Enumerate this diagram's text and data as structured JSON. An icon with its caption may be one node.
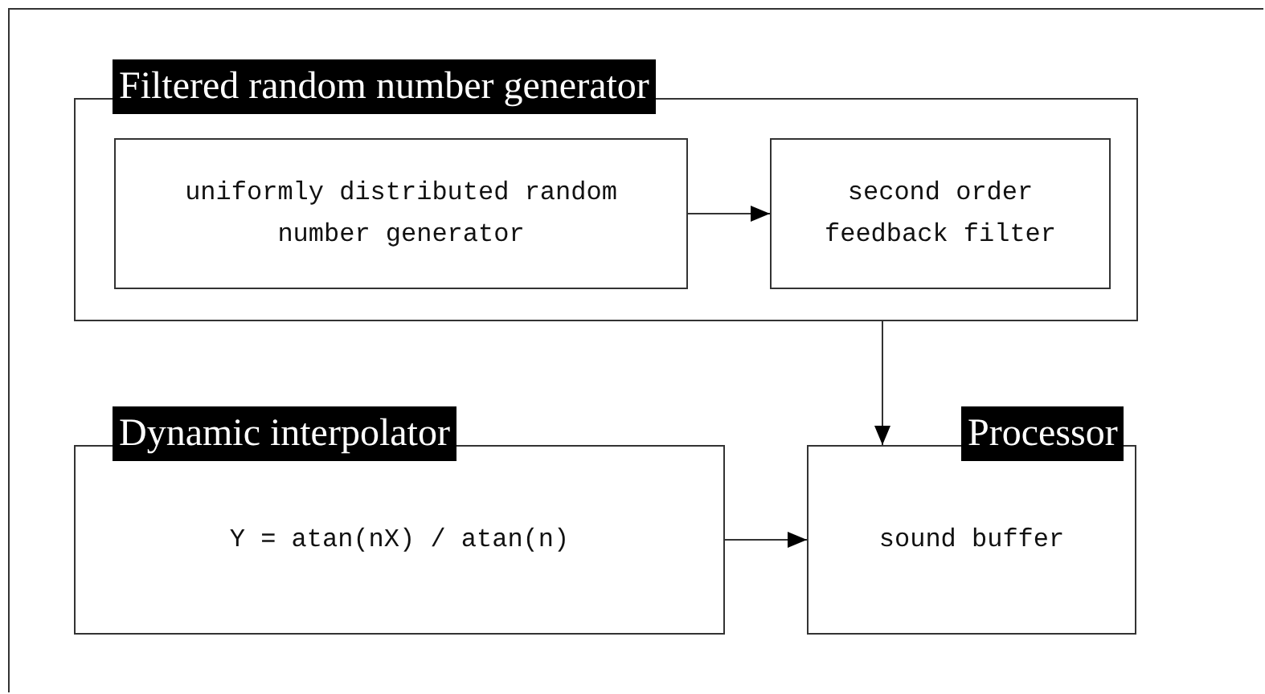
{
  "diagram": {
    "nodes": [
      {
        "text": [
          "Filtered random number generator"
        ]
      },
      {
        "text": [
          "uniformly distributed random number generator"
        ],
        "in": 0
      },
      {
        "text": [
          "second order feedback filter"
        ],
        "in": 0
      },
      {
        "text": [
          "Dynamic interpolator",
          "Y = atan(nX) / atan(n)"
        ]
      },
      {
        "text": [
          "Processor",
          "sound buffer"
        ]
      }
    ],
    "edges": [
      {
        "from": 1,
        "to": 2,
        "arrow": "to"
      },
      {
        "from": 0,
        "to": 4,
        "arrow": "to"
      },
      {
        "from": 3,
        "to": 4,
        "arrow": "to"
      }
    ]
  }
}
